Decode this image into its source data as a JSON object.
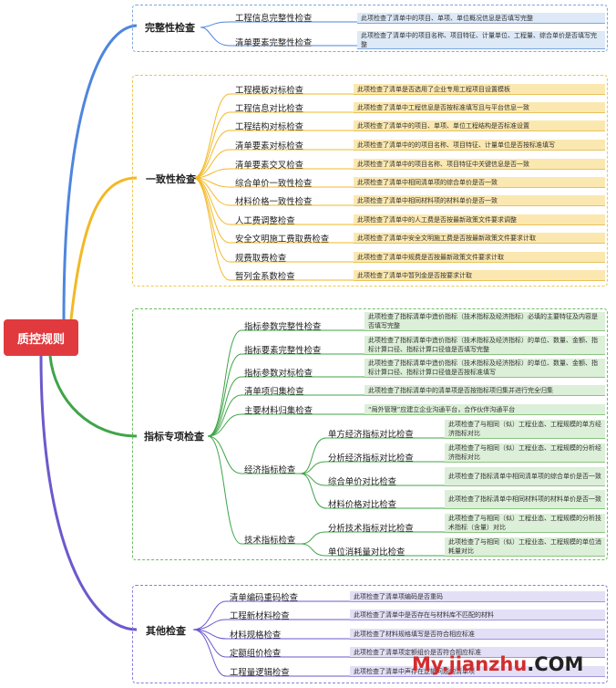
{
  "root": "质控规则",
  "colors": {
    "blue": "#4e86dd",
    "yellow": "#f2b826",
    "green": "#3fa548",
    "purple": "#6a5acd",
    "root": "#e03a3e"
  },
  "groups": {
    "g1": {
      "title": "完整性检查",
      "items": [
        {
          "label": "工程信息完整性检查",
          "desc": "此项检查了清单中的项目、单项、单位概况信息是否填写完整"
        },
        {
          "label": "清单要素完整性检查",
          "desc": "此项检查了清单中的项目名称、项目特征、计量单位、工程量、综合单价是否填写完整"
        }
      ]
    },
    "g2": {
      "title": "一致性检查",
      "items": [
        {
          "label": "工程模板对标检查",
          "desc": "此项检查了清单是否选用了企业专用工程项目设置模板"
        },
        {
          "label": "工程信息对比检查",
          "desc": "此项检查了清单中工程信息是否按标准填写且与平台信息一致"
        },
        {
          "label": "工程结构对标检查",
          "desc": "此项检查了清单中的项目、单项、单位工程结构是否标准设置"
        },
        {
          "label": "清单要素对标检查",
          "desc": "此项检查了清单中的的项目名称、项目特征、计量单位是否按标准填写"
        },
        {
          "label": "清单要素交叉检查",
          "desc": "此项检查了清单中的项目名称、项目特征中关键信息是否一致"
        },
        {
          "label": "综合单价一致性检查",
          "desc": "此项检查了清单中相同清单项的综合单价是否一致"
        },
        {
          "label": "材料价格一致性检查",
          "desc": "此项检查了清单中相同材料项的材料单价是否一致"
        },
        {
          "label": "人工费调整检查",
          "desc": "此项检查了清单中的人工费是否按最新政策文件要求调整"
        },
        {
          "label": "安全文明施工费取费检查",
          "desc": "此项检查了清单中安全文明施工费是否按最新政策文件要求计取"
        },
        {
          "label": "规费取费检查",
          "desc": "此项检查了清单中规费是否按最新政策文件要求计取"
        },
        {
          "label": "暂列金系数检查",
          "desc": "此项检查了清单中暂列金是否按要求计取"
        }
      ]
    },
    "g3": {
      "title": "指标专项检查",
      "items": [
        {
          "label": "指标参数完整性检查",
          "desc": "此项检查了指标清单中造价指标（技术指标及经济指标）必填的主要特征及内容是否填写完整"
        },
        {
          "label": "指标要素完整性检查",
          "desc": "此项检查了指标清单中造价指标（技术指标及经济指标）的单位、数量、金额、指标计算口径、指标计算口径值是否填写完整"
        },
        {
          "label": "指标参数对标检查",
          "desc": "此项检查了指标清单中造价指标（技术指标及经济指标）的单位、数量、金额、指标计算口径、指标计算口径值是否按标准填写"
        },
        {
          "label": "清单项归集检查",
          "desc": "此项检查了指标清单中的清单项是否按指标项归集并进行完全归集"
        },
        {
          "label": "主要材料归集检查",
          "desc": "“局外管理”应建立企业沟通平台，合作伙伴沟通平台"
        }
      ],
      "econ": {
        "label": "经济指标检查",
        "items": [
          {
            "label": "单方经济指标对比检查",
            "desc": "此项检查了与相同（似）工程业态、工程规模的单方经济指标对比"
          },
          {
            "label": "分析经济指标对比检查",
            "desc": "此项检查了与相同（似）工程业态、工程规模的分析经济指标对比"
          },
          {
            "label": "综合单价对比检查",
            "desc": "此项检查了指标清单中相同清单项的综合单价是否一致"
          },
          {
            "label": "材料价格对比检查",
            "desc": "此项检查了指标清单中相同材料项的材料单价是否一致"
          }
        ]
      },
      "tech": {
        "label": "技术指标检查",
        "items": [
          {
            "label": "分析技术指标对比检查",
            "desc": "此项检查了与相同（似）工程业态、工程规模的分析技术指标（含量）对比"
          },
          {
            "label": "单位消耗量对比检查",
            "desc": "此项检查了与相同（似）工程业态、工程规模的单位消耗量对比"
          }
        ]
      }
    },
    "g4": {
      "title": "其他检查",
      "items": [
        {
          "label": "清单编码重码检查",
          "desc": "此项检查了清单项编码是否重码"
        },
        {
          "label": "工程新材料检查",
          "desc": "此项检查了清单中是否存在与材料库不匹配的材料"
        },
        {
          "label": "材料规格检查",
          "desc": "此项检查了材料规格填写是否符合相应标准"
        },
        {
          "label": "定额组价检查",
          "desc": "此项检查了清单项定额组价是否符合相应标准"
        },
        {
          "label": "工程量逻辑检查",
          "desc": "此项检查了清单中声存在逻辑问题的清单项"
        }
      ]
    }
  },
  "watermark": {
    "main": "My.jianzhu",
    "suffix": ".COM"
  }
}
